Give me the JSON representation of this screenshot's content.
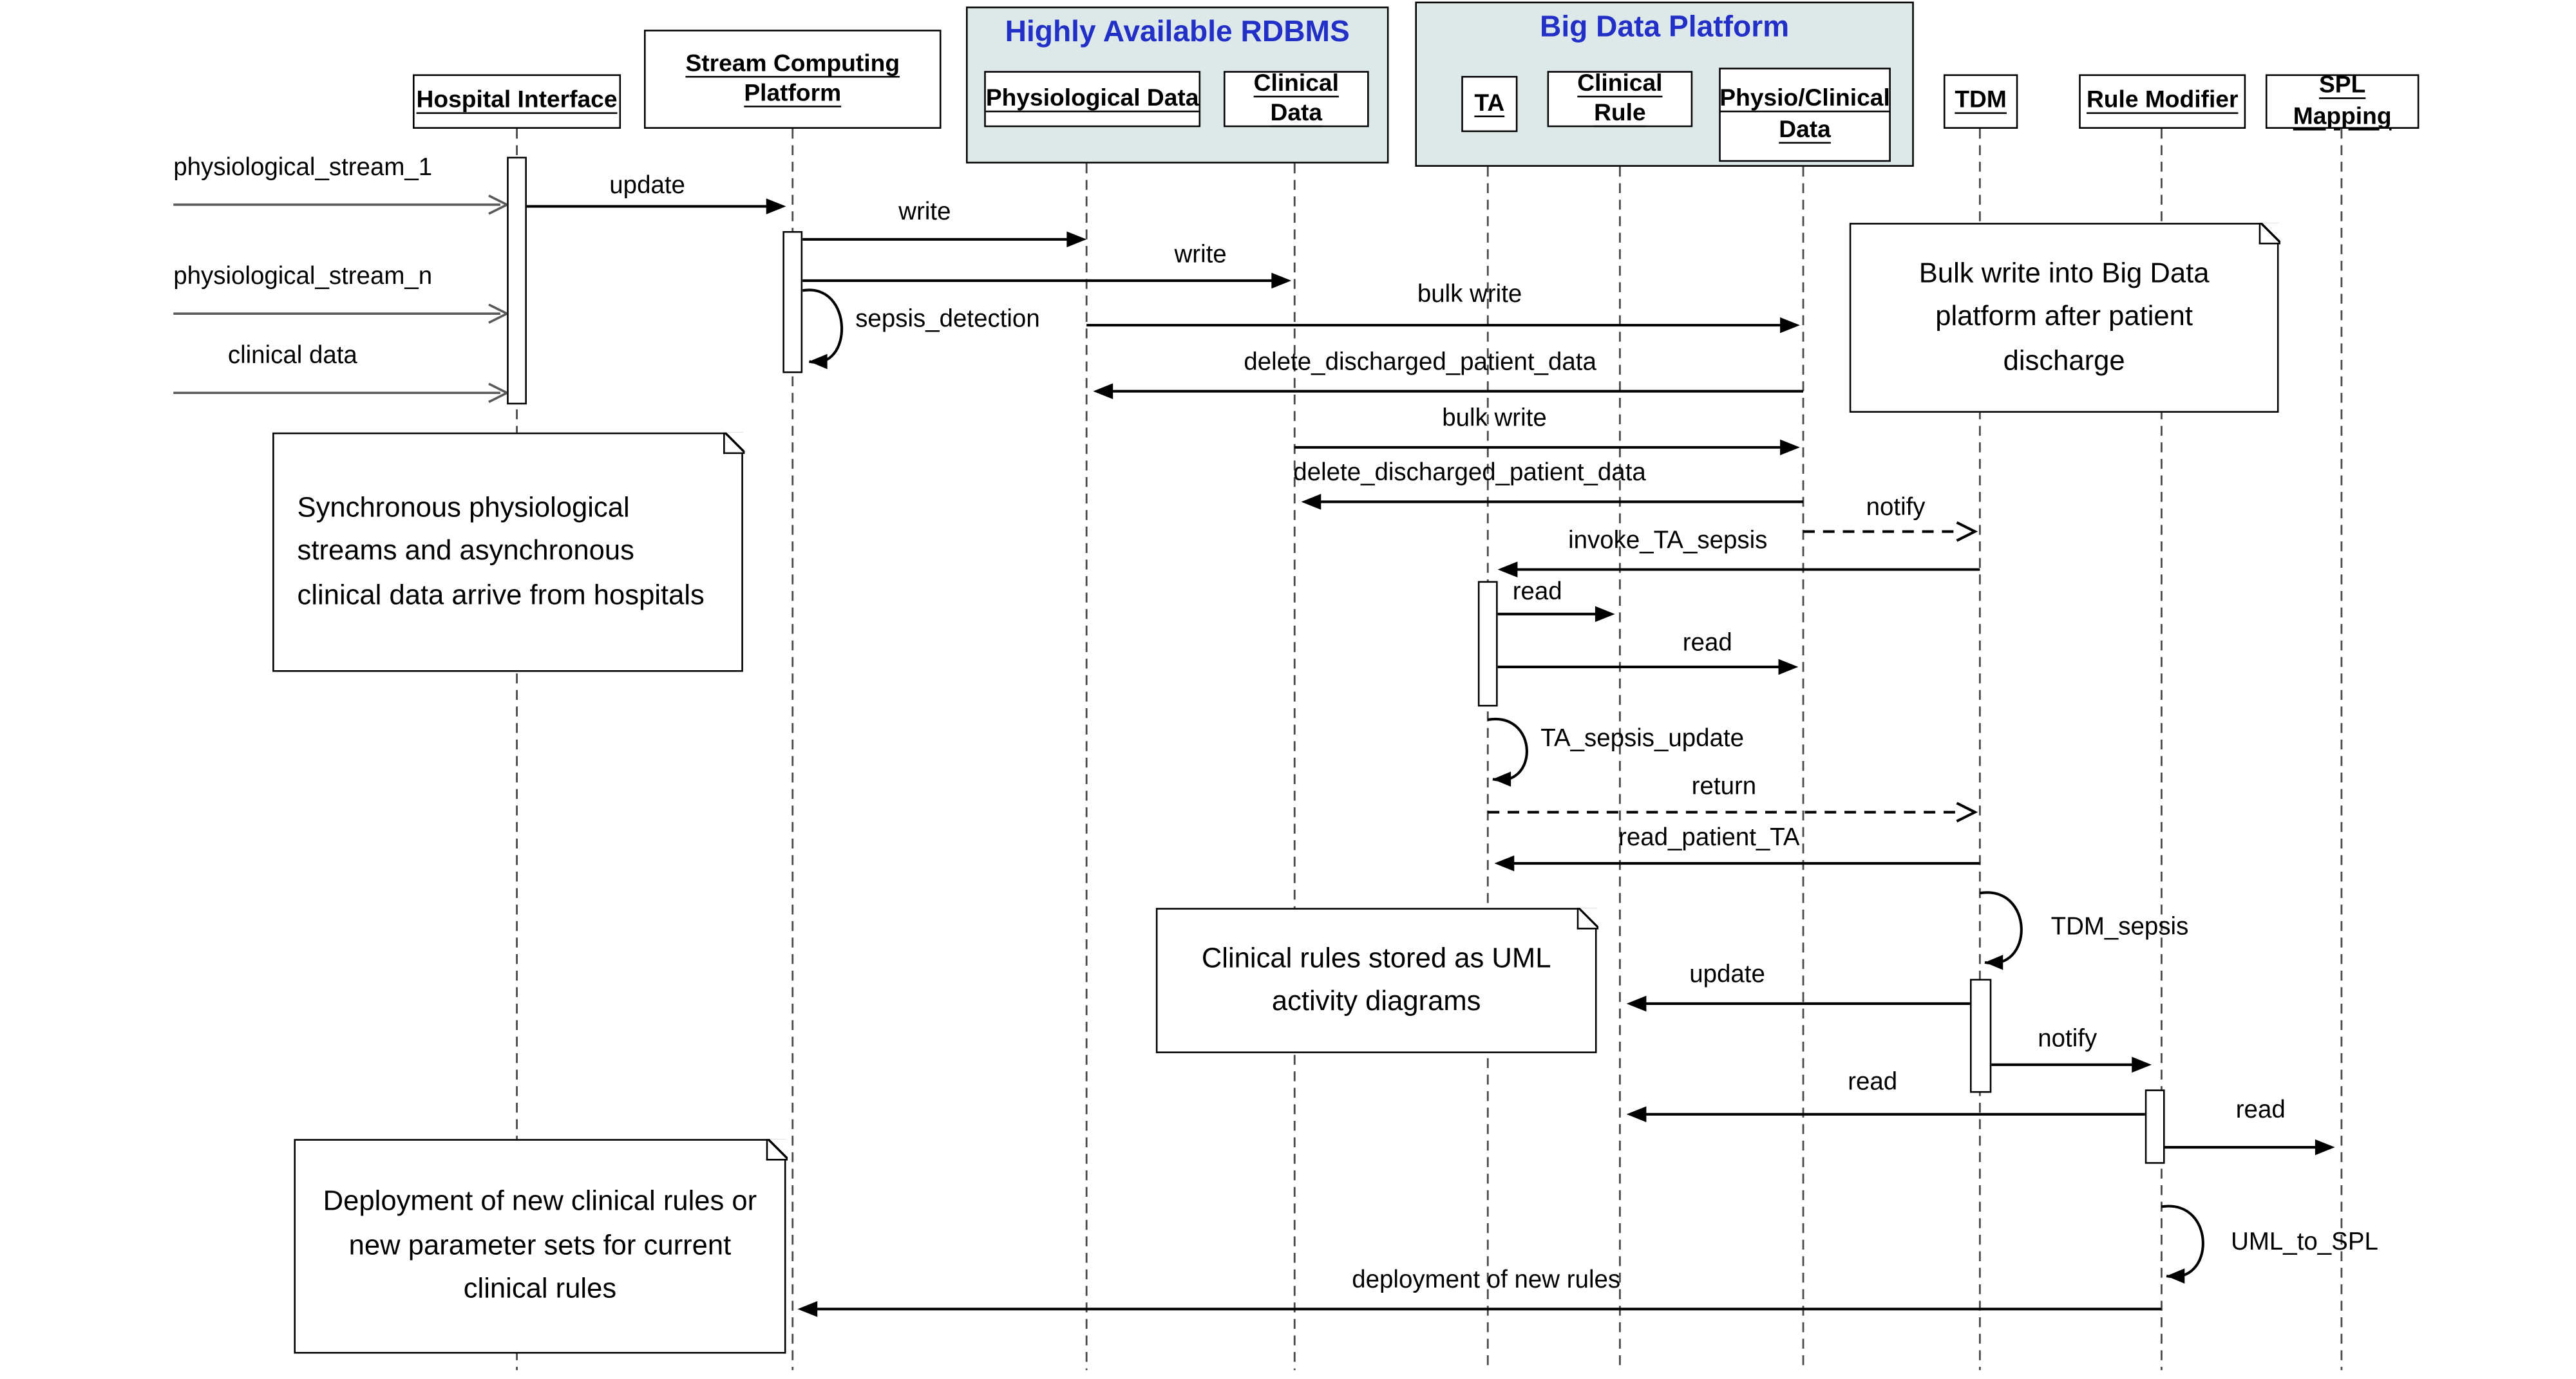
{
  "diagram": {
    "title": "Sepsis detection clinical system sequence diagram",
    "colors": {
      "frame_bg": "#dde9e8",
      "frame_title": "#2230c8",
      "line": "#000000",
      "external_arrow": "#595959"
    },
    "participants": {
      "hospital_interface": "Hospital Interface",
      "stream_computing": "Stream Computing Platform",
      "physiological_data": "Physiological Data",
      "clinical_data": "Clinical Data",
      "ta": "TA",
      "clinical_rule": "Clinical Rule",
      "physio_clinical_data": "Physio/Clinical Data",
      "tdm": "TDM",
      "rule_modifier": "Rule Modifier",
      "spl_mapping": "SPL Mapping"
    },
    "frames": {
      "rdbms": "Highly Available RDBMS",
      "big_data": "Big Data Platform"
    },
    "messages": {
      "stream1": "physiological_stream_1",
      "streamn": "physiological_stream_n",
      "clinical_data_in": "clinical data",
      "update": "update",
      "write1": "write",
      "write2": "write",
      "sepsis_detection": "sepsis_detection",
      "bulk_write1": "bulk write",
      "delete1": "delete_discharged_patient_data",
      "bulk_write2": "bulk write",
      "delete2": "delete_discharged_patient_data",
      "notify1": "notify",
      "invoke_ta_sepsis": "invoke_TA_sepsis",
      "read1": "read",
      "read2": "read",
      "ta_sepsis_update": "TA_sepsis_update",
      "return1": "return",
      "read_patient_ta": "read_patient_TA",
      "tdm_sepsis": "TDM_sepsis",
      "update2": "update",
      "notify2": "notify",
      "read3": "read",
      "read4": "read",
      "uml_to_spl": "UML_to_SPL",
      "deployment": "deployment of new rules"
    },
    "notes": {
      "bulk_write_note": "Bulk write into Big Data platform after patient discharge",
      "streams_note": "Synchronous physiological streams and asynchronous clinical data arrive from hospitals",
      "clinical_rules_note": "Clinical rules stored as UML activity diagrams",
      "deployment_note": "Deployment of new clinical rules or new parameter sets for current clinical rules"
    }
  }
}
